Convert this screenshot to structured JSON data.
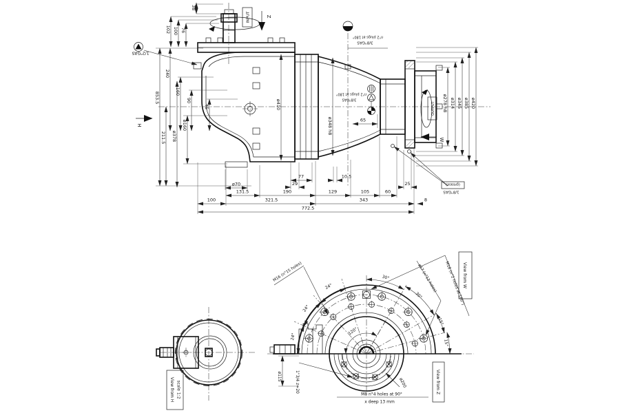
{
  "drawing": {
    "dims": {
      "d38": "38",
      "d76": "76",
      "d100t": "100",
      "d102": "102",
      "d853": "853.5",
      "d240": "240",
      "d160": "160",
      "d90": "90",
      "d45": "45",
      "d211": "211.5",
      "dia160": "ø160",
      "dia378": "ø378",
      "dia410": "ø410",
      "dia348": "ø348 h8",
      "d65": "65",
      "dia70": "ø70",
      "dia278": "ø278 h8",
      "dia314": "ø314",
      "dia345": "ø345",
      "dia385": "ø385",
      "dia420": "ø420",
      "d77": "77",
      "d29": "29",
      "d10_5": "10.5",
      "d131_5": "131.5",
      "d190": "190",
      "d129": "129",
      "d105": "105",
      "d60": "60",
      "d25": "25",
      "d100": "100",
      "d321_5": "321.5",
      "d343": "343",
      "d8": "8",
      "d772_5": "772.5"
    },
    "labels": {
      "input": "INPUT",
      "output": "OUTPUT",
      "z": "Z",
      "h": "H",
      "w": "W",
      "gas12": "1/2\"GAS",
      "gas38": "3/8\"GAS",
      "plugs2": "n°2 plugs at 180°",
      "gas18": "1/8\"GAS",
      "grease": "(grease)"
    },
    "view_h": {
      "line1": "View from H",
      "line2": "scale 1:2"
    },
    "view_w": {
      "box": "View from W",
      "m18": "M18 (n°2 holes at 180°)",
      "d17": "ø17 (n°12 holes)",
      "m16": "M16 (n°15 holes)",
      "a30": "30°",
      "a15": "15°",
      "a24": "24°",
      "a120": "120°"
    },
    "view_z": {
      "box": "View from Z",
      "dia200": "ø200",
      "dia115": "ø115",
      "spline": "1\"3/4 z=20",
      "m8_line1": "M8 n°4 holes at 90°",
      "m8_line2": "x deep 13 mm"
    }
  }
}
